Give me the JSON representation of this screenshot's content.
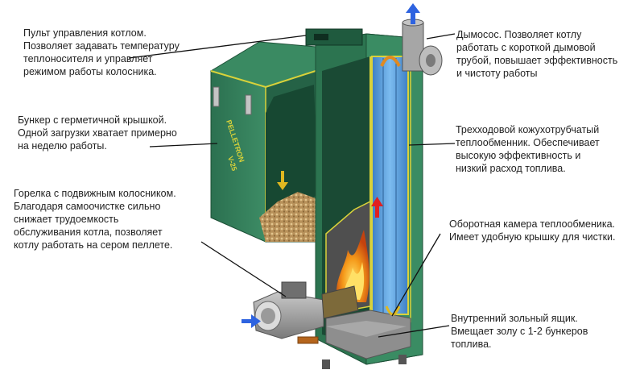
{
  "labels": {
    "control_panel": [
      "Пульт управления котлом.",
      "Позволяет задавать температуру",
      "теплоносителя и управляет",
      "режимом работы колосника."
    ],
    "hopper": [
      "Бункер с герметичной крышкой.",
      "Одной загрузки хватает примерно",
      "на неделю работы."
    ],
    "burner": [
      "Горелка с подвижным колосником.",
      "Благодаря самоочистке сильно",
      "снижает трудоемкость",
      "обслуживания котла, позволяет",
      "котлу работать на сером пеллете."
    ],
    "smoke_exhauster": [
      "Дымосос. Позволяет котлу",
      "работать с короткой дымовой",
      "трубой, повышает эффективность",
      "и чистоту работы"
    ],
    "heat_exchanger": [
      "Трехходовой  кожухотрубчатый",
      "теплообменник. Обеспечивает",
      "высокую эффективность и",
      "низкий расход топлива."
    ],
    "return_chamber": [
      "Оборотная камера теплообменика.",
      "Имеет удобную крышку для чистки."
    ],
    "ash_box": [
      "Внутренний зольный ящик.",
      "Вмещает золу с 1-2 бункеров",
      "топлива."
    ]
  },
  "hopper_brand": [
    "PELLETRON",
    "V-25"
  ],
  "colors": {
    "body_green": "#2f7a55",
    "body_dark": "#1e5a3d",
    "trim_yellow": "#d9d23a",
    "heat_exchanger_blue": "#5aa6e0",
    "flow_arrow_blue": "#2e63e0",
    "flame_orange": "#f28a1a",
    "up_arrow_red": "#e02020",
    "pellet_tan": "#c9a86a",
    "burner_grey": "#9a9a9a"
  }
}
